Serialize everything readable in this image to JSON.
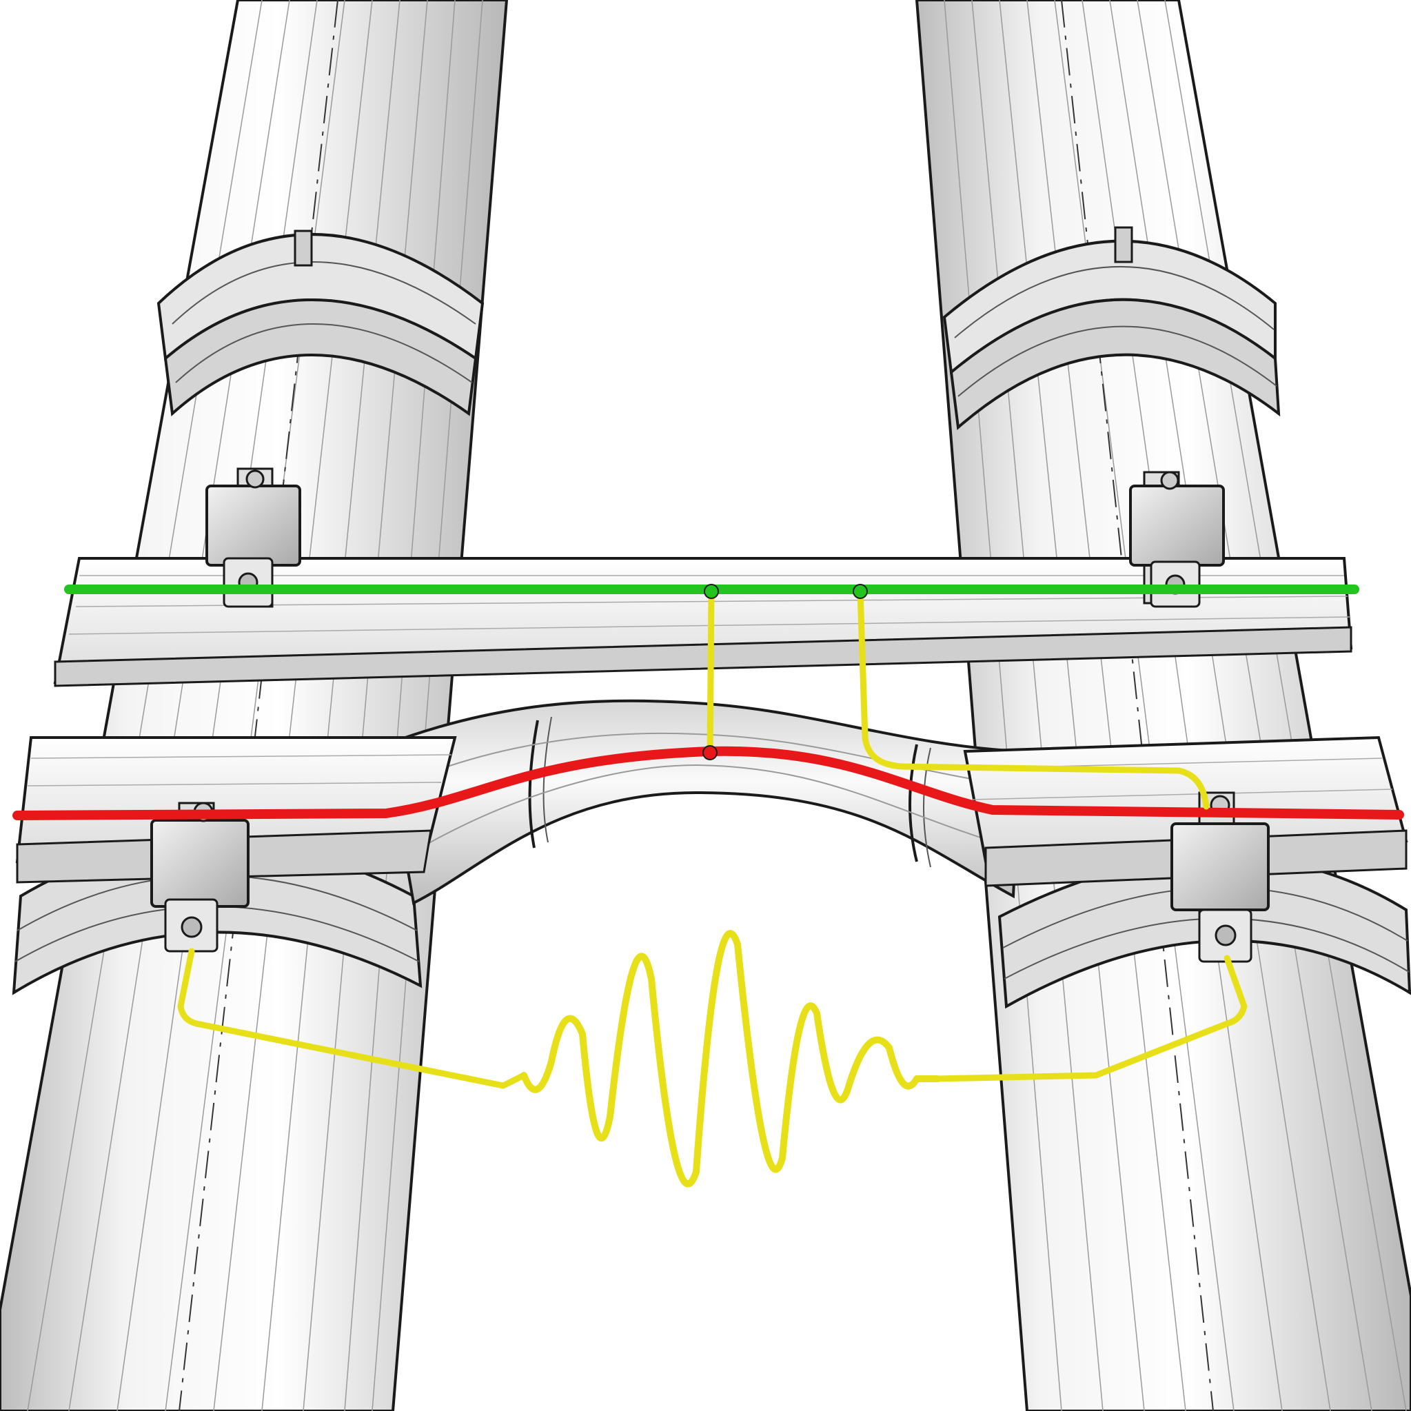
{
  "illustration": {
    "style": "pen-and-ink line drawing with colored wires",
    "colors": {
      "background": "#ffffff",
      "pipe_fill": "#ececec",
      "pipe_shadow": "#c9c9c9",
      "beam_fill": "#f1f1f1",
      "ink": "#1a1a1a",
      "green_wire": "#22c51e",
      "red_wire": "#e8181a",
      "yellow_wire": "#e7df18",
      "clamp_box": "#d8d8d8"
    },
    "elements": [
      "left-vertical-pipe",
      "right-vertical-pipe",
      "upper-pipe-collars",
      "lower-pipe-collars",
      "upper-cross-beam",
      "lower-cross-beam",
      "curved-bypass-pipe",
      "clamp-sensor-boxes",
      "green-wire",
      "red-wire",
      "yellow-signal-wire",
      "yellow-waveform"
    ]
  }
}
